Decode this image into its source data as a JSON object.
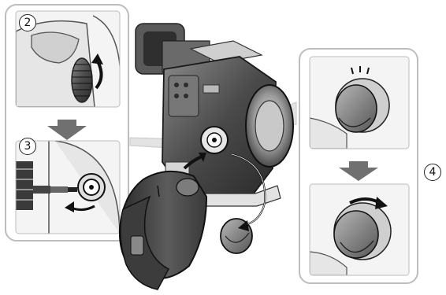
{
  "steps": [
    {
      "id": "step-2",
      "label": "2"
    },
    {
      "id": "step-3",
      "label": "3"
    },
    {
      "id": "step-4",
      "label": "4"
    }
  ],
  "colors": {
    "panel_fill": "#ffffff",
    "panel_stroke": "#bdbdbd",
    "camera_body": "#3a3a3a",
    "camera_mid": "#6b6b6b",
    "camera_light": "#d9d9d9",
    "arrow_gray": "#707070",
    "arrow_black": "#111111"
  },
  "icons": [
    "rotate-arrow-icon",
    "down-arrow-icon",
    "insert-arrow-icon",
    "curved-arrow-icon",
    "click-marks-icon"
  ]
}
